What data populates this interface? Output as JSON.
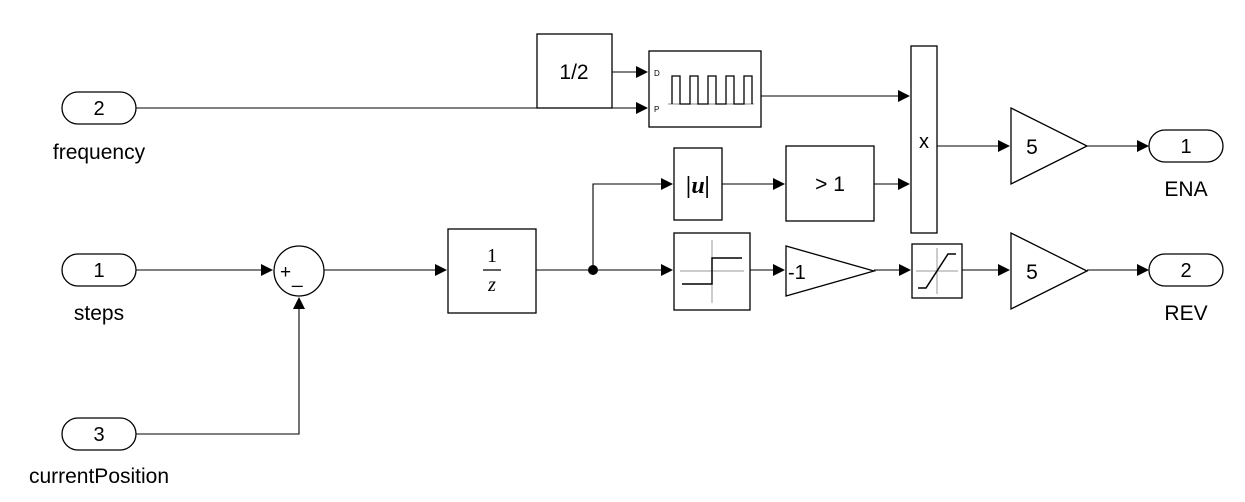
{
  "inports": [
    {
      "number": "2",
      "name": "frequency"
    },
    {
      "number": "1",
      "name": "steps"
    },
    {
      "number": "3",
      "name": "currentPosition"
    }
  ],
  "outports": [
    {
      "number": "1",
      "name": "ENA"
    },
    {
      "number": "2",
      "name": "REV"
    }
  ],
  "blocks": {
    "constant": {
      "label": "1/2"
    },
    "pulse_generator": {
      "port_d": "D",
      "port_p": "P"
    },
    "sum": {
      "plus": "+",
      "minus": "_"
    },
    "unit_delay": {
      "numerator": "1",
      "denominator": "z"
    },
    "abs": {
      "label": "|u|"
    },
    "compare": {
      "label": "> 1"
    },
    "product": {
      "label": "x"
    },
    "gain_neg": {
      "label": "-1"
    },
    "gain_ena": {
      "label": "5"
    },
    "gain_rev": {
      "label": "5"
    }
  }
}
